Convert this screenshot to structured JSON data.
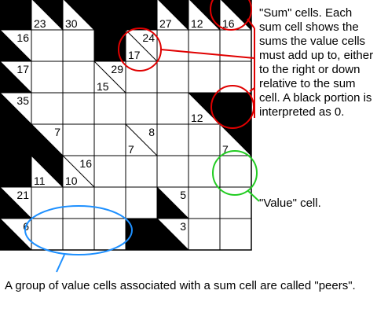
{
  "grid": {
    "rows": 8,
    "cols": 8,
    "cells": [
      [
        {
          "t": "b"
        },
        {
          "t": "c",
          "down": "23"
        },
        {
          "t": "c",
          "down": "30"
        },
        {
          "t": "b"
        },
        {
          "t": "b"
        },
        {
          "t": "c",
          "down": "27"
        },
        {
          "t": "c",
          "down": "12"
        },
        {
          "t": "c",
          "down": "16"
        }
      ],
      [
        {
          "t": "c",
          "right": "16"
        },
        {
          "t": "v"
        },
        {
          "t": "v"
        },
        {
          "t": "b"
        },
        {
          "t": "c",
          "down": "17",
          "right": "24"
        },
        {
          "t": "v"
        },
        {
          "t": "v"
        },
        {
          "t": "v"
        }
      ],
      [
        {
          "t": "c",
          "right": "17"
        },
        {
          "t": "v"
        },
        {
          "t": "v"
        },
        {
          "t": "c",
          "down": "15",
          "right": "29"
        },
        {
          "t": "v"
        },
        {
          "t": "v"
        },
        {
          "t": "v"
        },
        {
          "t": "v"
        }
      ],
      [
        {
          "t": "c",
          "right": "35"
        },
        {
          "t": "v"
        },
        {
          "t": "v"
        },
        {
          "t": "v"
        },
        {
          "t": "v"
        },
        {
          "t": "v"
        },
        {
          "t": "c",
          "down": "12"
        },
        {
          "t": "b"
        }
      ],
      [
        {
          "t": "b"
        },
        {
          "t": "c",
          "right": "7"
        },
        {
          "t": "v"
        },
        {
          "t": "v"
        },
        {
          "t": "c",
          "down": "7",
          "right": "8"
        },
        {
          "t": "v"
        },
        {
          "t": "v"
        },
        {
          "t": "c",
          "down": "7"
        }
      ],
      [
        {
          "t": "b"
        },
        {
          "t": "c",
          "down": "11"
        },
        {
          "t": "c",
          "down": "10",
          "right": "16"
        },
        {
          "t": "v"
        },
        {
          "t": "v"
        },
        {
          "t": "v"
        },
        {
          "t": "v"
        },
        {
          "t": "v"
        }
      ],
      [
        {
          "t": "c",
          "right": "21"
        },
        {
          "t": "v"
        },
        {
          "t": "v"
        },
        {
          "t": "v"
        },
        {
          "t": "v"
        },
        {
          "t": "c",
          "right": "5"
        },
        {
          "t": "v"
        },
        {
          "t": "v"
        }
      ],
      [
        {
          "t": "c",
          "right": "6"
        },
        {
          "t": "v"
        },
        {
          "t": "v"
        },
        {
          "t": "v"
        },
        {
          "t": "b"
        },
        {
          "t": "c",
          "right": "3"
        },
        {
          "t": "v"
        },
        {
          "t": "v"
        }
      ]
    ]
  },
  "annotations": {
    "sum_note": "\"Sum\" cells. Each sum cell shows the sums the value cells must add up to, either to the right or down relative to the sum cell. A black portion is interpreted as 0.",
    "value_note": "\"Value\" cell.",
    "peers_note": "A group of value cells associated with a sum cell are called \"peers\"."
  },
  "colors": {
    "sum_marker": "#e00000",
    "value_marker": "#22cc22",
    "peers_marker": "#1e90ff",
    "cell_black": "#000000",
    "cell_white": "#ffffff"
  }
}
